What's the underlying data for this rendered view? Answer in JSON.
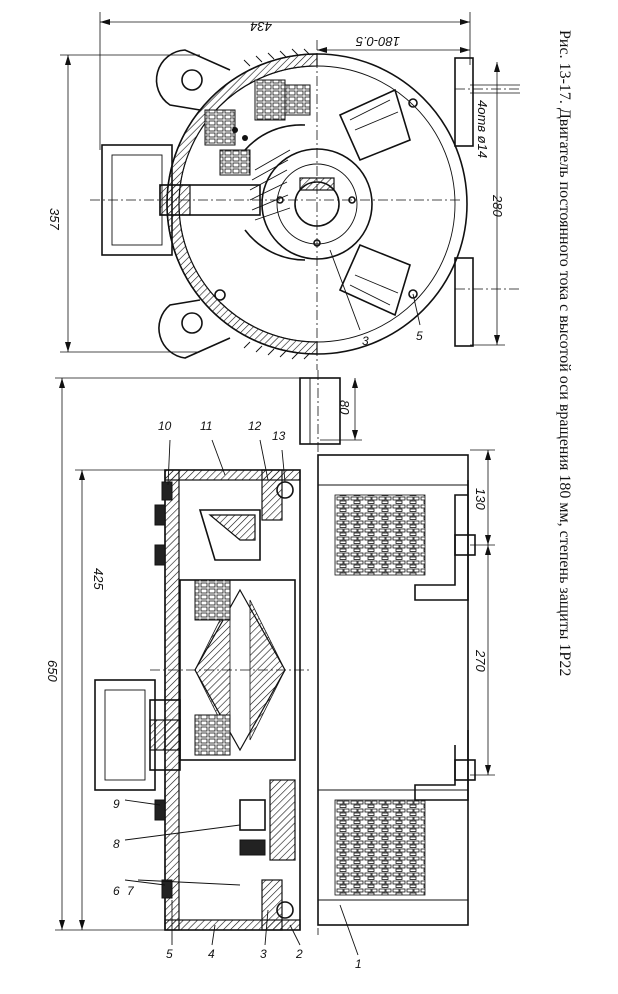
{
  "caption": "Рис. 13-17. Двигатель постоянного тока с высотой оси вращения 180 мм, степень защиты 1Р22",
  "dimensions": {
    "d434": "434",
    "d180": "180-0.5",
    "d357": "357",
    "d280": "280",
    "holes": "4отв ø14",
    "d650": "650",
    "d425": "425",
    "d80": "80",
    "d130": "130",
    "d270": "270"
  },
  "callouts": {
    "c1": "1",
    "c2": "2",
    "c3": "3",
    "c4": "4",
    "c5": "5",
    "c6": "6",
    "c7": "7",
    "c8": "8",
    "c9": "9",
    "c10": "10",
    "c11": "11",
    "c12": "12",
    "c13": "13",
    "c3b": "3",
    "c5b": "5"
  }
}
